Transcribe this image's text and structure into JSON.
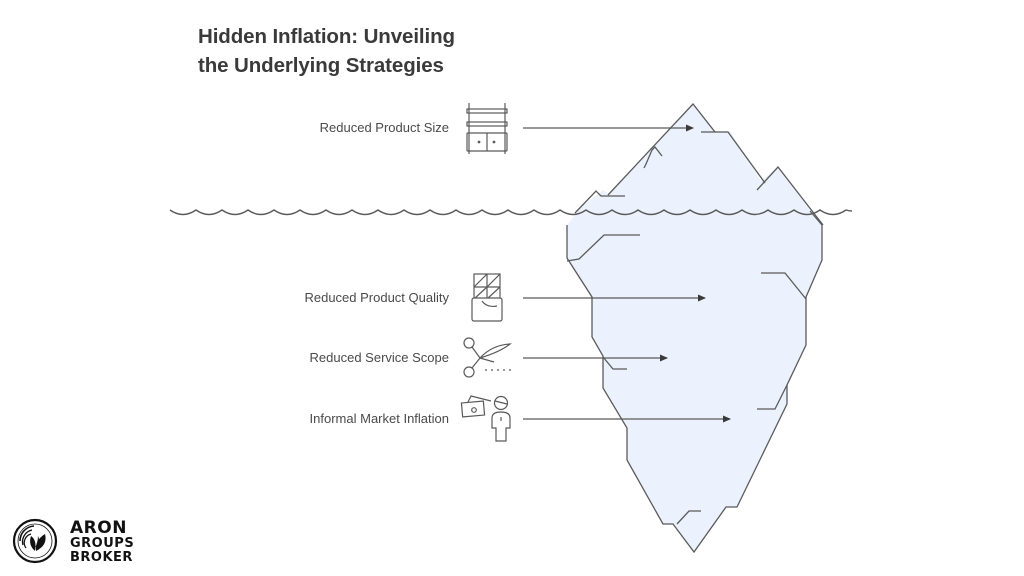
{
  "title": {
    "line1": "Hidden Inflation: Unveiling",
    "line2": "the Underlying Strategies"
  },
  "colors": {
    "ice_fill": "#ebf2fd",
    "stroke": "#5a5a5a",
    "text": "#4a4a4a",
    "title": "#3a3a3a"
  },
  "items": [
    {
      "label": "Reduced Product Size",
      "icon": "shelf-cabinet-icon",
      "position": "above-water"
    },
    {
      "label": "Reduced Product Quality",
      "icon": "chocolate-bar-icon",
      "position": "below-water"
    },
    {
      "label": "Reduced Service Scope",
      "icon": "scissors-icon",
      "position": "below-water"
    },
    {
      "label": "Informal Market Inflation",
      "icon": "cash-and-person-icon",
      "position": "below-water"
    }
  ],
  "logo": {
    "line1": "ARON",
    "line2": "GROUPS",
    "line3": "BROKER",
    "icon": "leaf-circle-logo-icon"
  }
}
